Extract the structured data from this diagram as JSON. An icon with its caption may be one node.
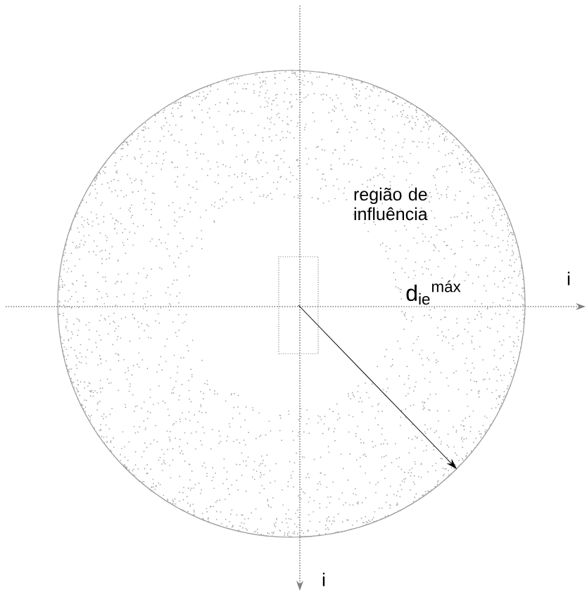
{
  "diagram": {
    "nodes": [
      {
        "text": [
          "região de influência"
        ]
      },
      {
        "text": [],
        "shape": "box",
        "in": 0
      }
    ],
    "edges": [
      {
        "from": 1,
        "to": 0,
        "arrow": "to",
        "label": "d$_{ie}$$^{máx}$"
      }
    ],
    "labels": [
      "i",
      "i"
    ]
  }
}
